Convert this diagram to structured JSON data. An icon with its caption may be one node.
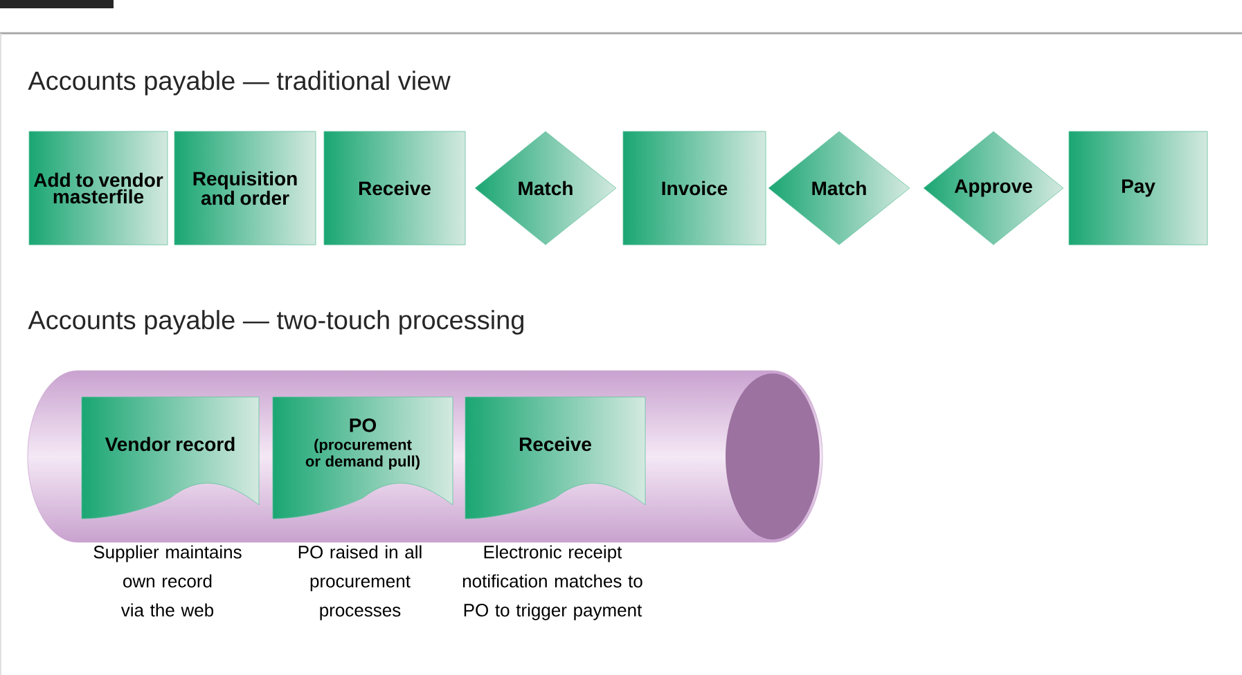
{
  "diagram": {
    "nodes": [
      {
        "text": [
          "Add to vendor masterfile"
        ]
      },
      {
        "text": [
          "Requisition and order"
        ]
      },
      {
        "text": [
          "Receive"
        ]
      },
      {
        "text": [
          "Match"
        ]
      },
      {
        "text": [
          "Invoice"
        ]
      },
      {
        "text": [
          "Match"
        ]
      },
      {
        "text": [
          "Approve"
        ]
      },
      {
        "text": [
          "Pay"
        ]
      },
      {
        "text": [],
        "shape": "cylinder"
      },
      {
        "text": [
          "Vendor record"
        ],
        "in": 8,
        "beside": [
          "Supplier maintains own record via the web"
        ]
      },
      {
        "text": [
          "PO",
          "(procurement or demand pull)"
        ],
        "in": 8,
        "beside": [
          "PO raised in all procurement processes"
        ]
      },
      {
        "text": [
          "Receive"
        ],
        "in": 8,
        "beside": [
          "Electronic receipt notification matches to PO to trigger payment"
        ]
      }
    ],
    "labels": [
      "Accounts payable — traditional view",
      "Accounts payable — two-touch processing"
    ]
  }
}
